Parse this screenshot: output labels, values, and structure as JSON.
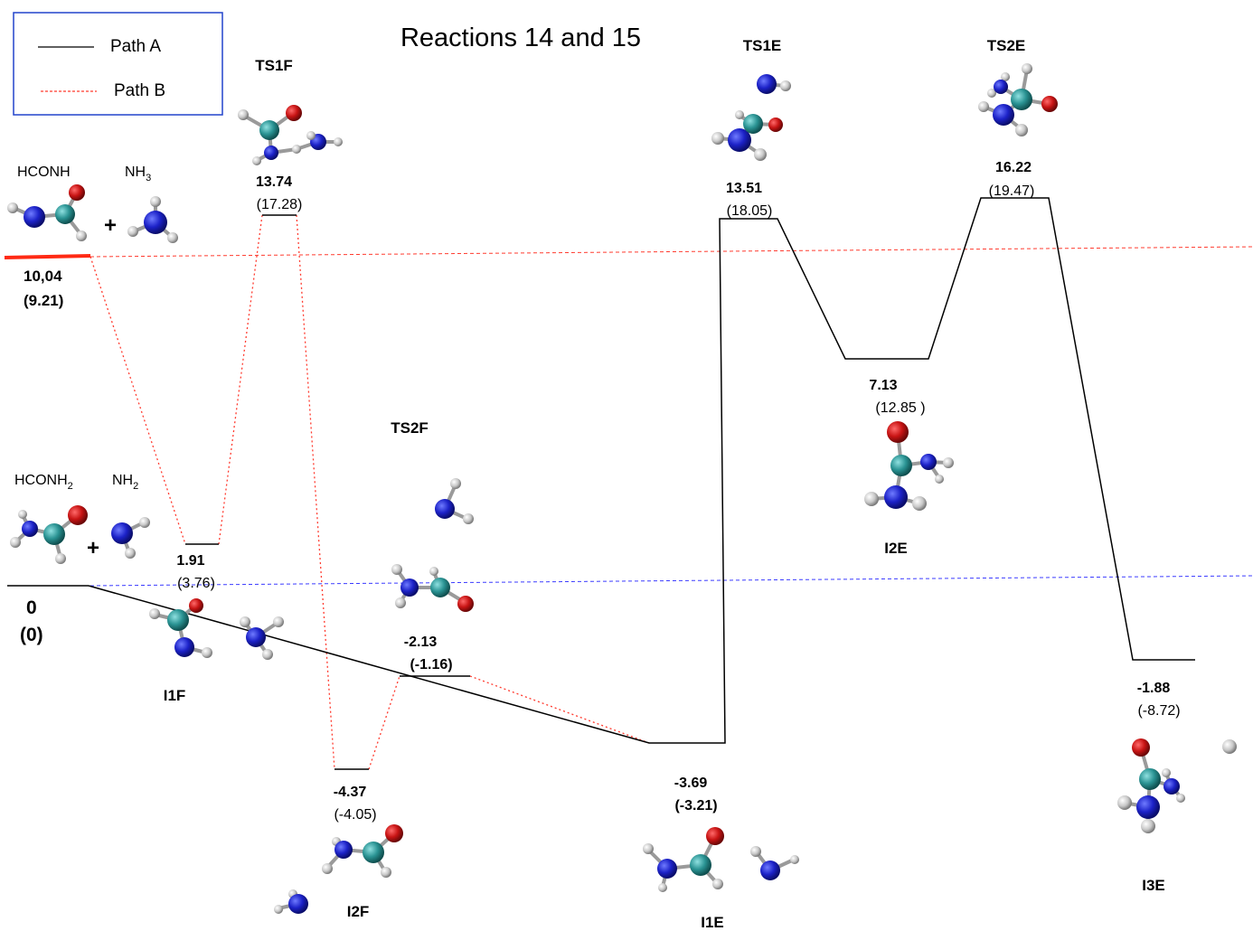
{
  "title": "Reactions 14 and 15",
  "legend": {
    "path_a": "Path A",
    "path_b": "Path B"
  },
  "colors": {
    "path_a": "#000000",
    "path_b": "#ff3b2f",
    "ref_red": "#ff3b2f",
    "ref_blue": "#3b3bff",
    "reactant_bar": "#ff2a14"
  },
  "reactants_top": {
    "species1": "HCONH",
    "species2": "NH",
    "species2_sub": "3",
    "plus": "+",
    "energy": "10,04",
    "energy_paren": "(9.21)"
  },
  "reactants_bottom": {
    "species1": "HCONH",
    "species1_sub": "2",
    "species2": "NH",
    "species2_sub": "2",
    "plus": "+",
    "energy": "0",
    "energy_paren": "(0)"
  },
  "states": {
    "ts1f": {
      "name": "TS1F",
      "energy": "13.74",
      "energy_paren": "(17.28)"
    },
    "i1f": {
      "name": "I1F",
      "energy": "1.91",
      "energy_paren": "(3.76)"
    },
    "i2f": {
      "name": "I2F",
      "energy": "-4.37",
      "energy_paren": "(-4.05)"
    },
    "ts2f": {
      "name": "TS2F",
      "energy": "-2.13",
      "energy_paren": "(-1.16)"
    },
    "i1e": {
      "name": "I1E",
      "energy": "-3.69",
      "energy_paren": "(-3.21)"
    },
    "ts1e": {
      "name": "TS1E",
      "energy": "13.51",
      "energy_paren": "(18.05)"
    },
    "i2e": {
      "name": "I2E",
      "energy": "7.13",
      "energy_paren": "(12.85 )"
    },
    "ts2e": {
      "name": "TS2E",
      "energy": "16.22",
      "energy_paren": "(19.47)"
    },
    "i3e": {
      "name": "I3E",
      "energy": "-1.88",
      "energy_paren": "(-8.72)"
    }
  }
}
